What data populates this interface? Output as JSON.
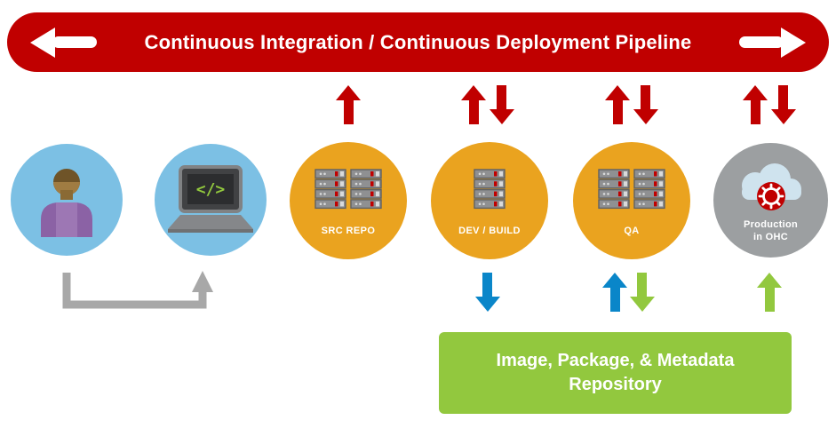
{
  "banner": {
    "title": "Continuous Integration / Continuous Deployment Pipeline",
    "background": "#c00000",
    "arrow_color": "#ffffff"
  },
  "nodes": {
    "developer": {
      "icon": "person-icon",
      "circle_color": "#7cc0e4"
    },
    "workstation": {
      "icon": "laptop-icon",
      "circle_color": "#7cc0e4",
      "code": "</>"
    },
    "src_repo": {
      "icon": "server-rack-icon",
      "circle_color": "#eaa31f",
      "label": "SRC REPO"
    },
    "dev_build": {
      "icon": "server-rack-icon",
      "circle_color": "#eaa31f",
      "label": "DEV / BUILD"
    },
    "qa": {
      "icon": "server-rack-icon",
      "circle_color": "#eaa31f",
      "label": "QA"
    },
    "production": {
      "icon": "cloud-openshift-icon",
      "circle_color": "#9c9fa1",
      "line1": "Production",
      "line2": "in OHC"
    }
  },
  "repository": {
    "line1": "Image, Package, & Metadata",
    "line2": "Repository",
    "background": "#92c83e"
  },
  "arrow_colors": {
    "red": "#c00000",
    "blue": "#0a86c9",
    "green": "#92c83e",
    "gray": "#a8a8a8"
  }
}
